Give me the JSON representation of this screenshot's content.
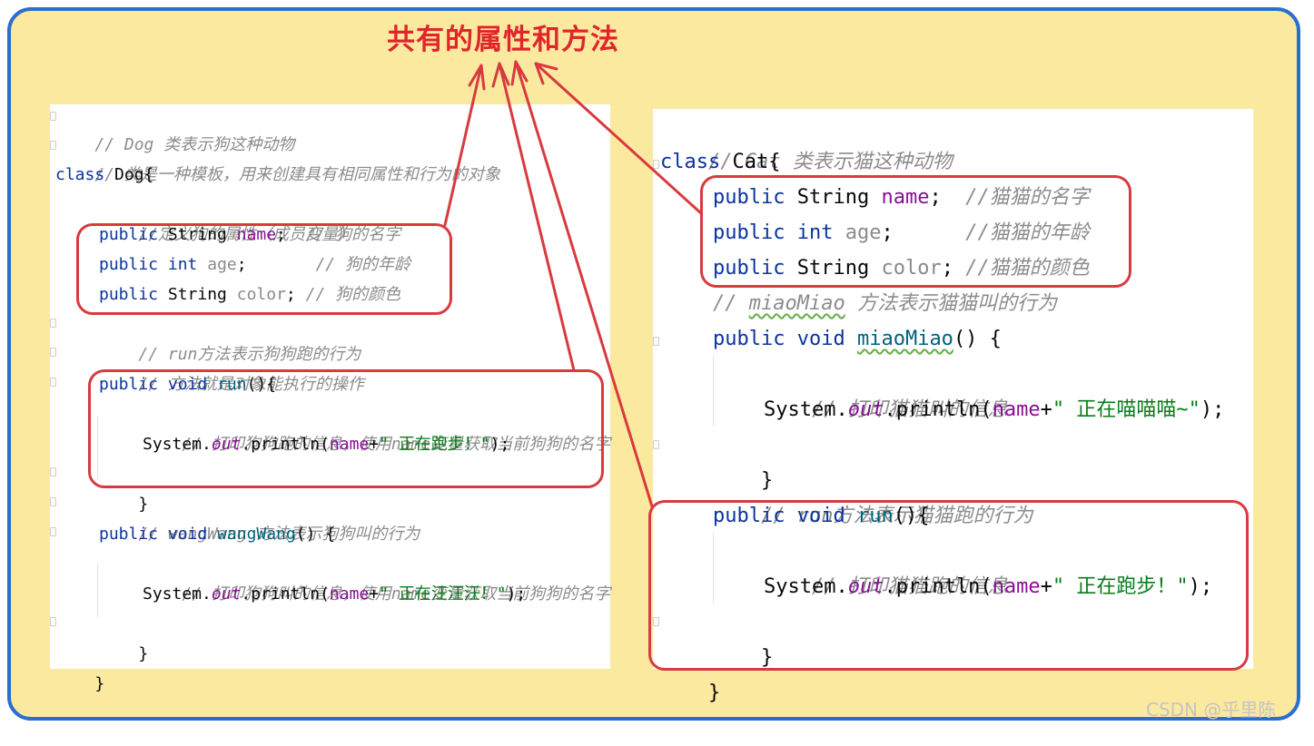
{
  "title": "共有的属性和方法",
  "watermark": "CSDN @乎里陈",
  "colors": {
    "frame_border": "#2a6fcf",
    "frame_fill": "#fce9a0",
    "annotation_red": "#d83a3f",
    "title_red": "#e0262b"
  },
  "dog": {
    "c1": "// Dog 类表示狗这种动物",
    "c2": "// 类是一种模板，用来创建具有相同属性和行为的对象",
    "kw_class": "class",
    "class_decl": " Dog{",
    "c_props": "//定义狗的属性（成员变量）",
    "kw_public": "public",
    "t_string": " String ",
    "kw_int": "int",
    "f_name": "name",
    "f_age": "age",
    "f_color": "color",
    "semi_gap1": ";  ",
    "semi_gap2": ";       ",
    "semi_gap3": "; ",
    "c_name": "// 狗的名字",
    "c_age": "// 狗的年龄",
    "c_color": "// 狗的颜色",
    "c_run1": "// run方法表示狗狗跑的行为",
    "c_run2": "// 方法就是对象能执行的操作",
    "kw_void": "void",
    "m_run": "run",
    "run_paren": "(){",
    "c_run_body": "// 打印狗狗跑的信息，使用name变量获取当前狗狗的名字",
    "sys": "System.",
    "out": "out",
    "println_open": ".println(",
    "plus": "+",
    "s_run": "\" 正在跑步！\"",
    "close_stmt": ");",
    "brace": "}",
    "c_wang": "// wangWang 方法表示狗狗叫的行为",
    "m_wang": "wangWang",
    "wang_paren": "() {",
    "c_wang_body": "// 打印狗狗叫的信息，使用name变量获取当前狗狗的名字",
    "s_wang": "\" 正在汪汪汪！\"",
    "end_brace": "}"
  },
  "cat": {
    "c1": "// Cat 类表示猫这种动物",
    "kw_class": "class",
    "class_decl": " Cat{",
    "kw_public": "public",
    "t_string": " String ",
    "kw_int": "int",
    "f_name": "name",
    "f_age": "age",
    "f_color": "color",
    "semi_gap1": ";  ",
    "semi_gap2": ";      ",
    "semi_gap3": "; ",
    "c_name": "//猫猫的名字",
    "c_age": "//猫猫的年龄",
    "c_color": "//猫猫的颜色",
    "c_miao_pre": "// ",
    "c_miao_word": "miaoMiao",
    "c_miao_post": " 方法表示猫猫叫的行为",
    "kw_void": "void",
    "m_miao": "miaoMiao",
    "miao_paren": "() {",
    "c_miao_body": "// 打印猫猫叫的信息",
    "sys": "System.",
    "out": "out",
    "println_open": ".println(",
    "plus": "+",
    "s_miao": "\" 正在喵喵喵~\"",
    "close_stmt": ");",
    "brace": "}",
    "c_run": "// run方法表示猫猫跑的行为",
    "m_run": "run",
    "run_paren": "(){",
    "c_run_body": "// 打印猫猫跑的信息",
    "s_run": "\" 正在跑步！\"",
    "end_brace": "}"
  }
}
